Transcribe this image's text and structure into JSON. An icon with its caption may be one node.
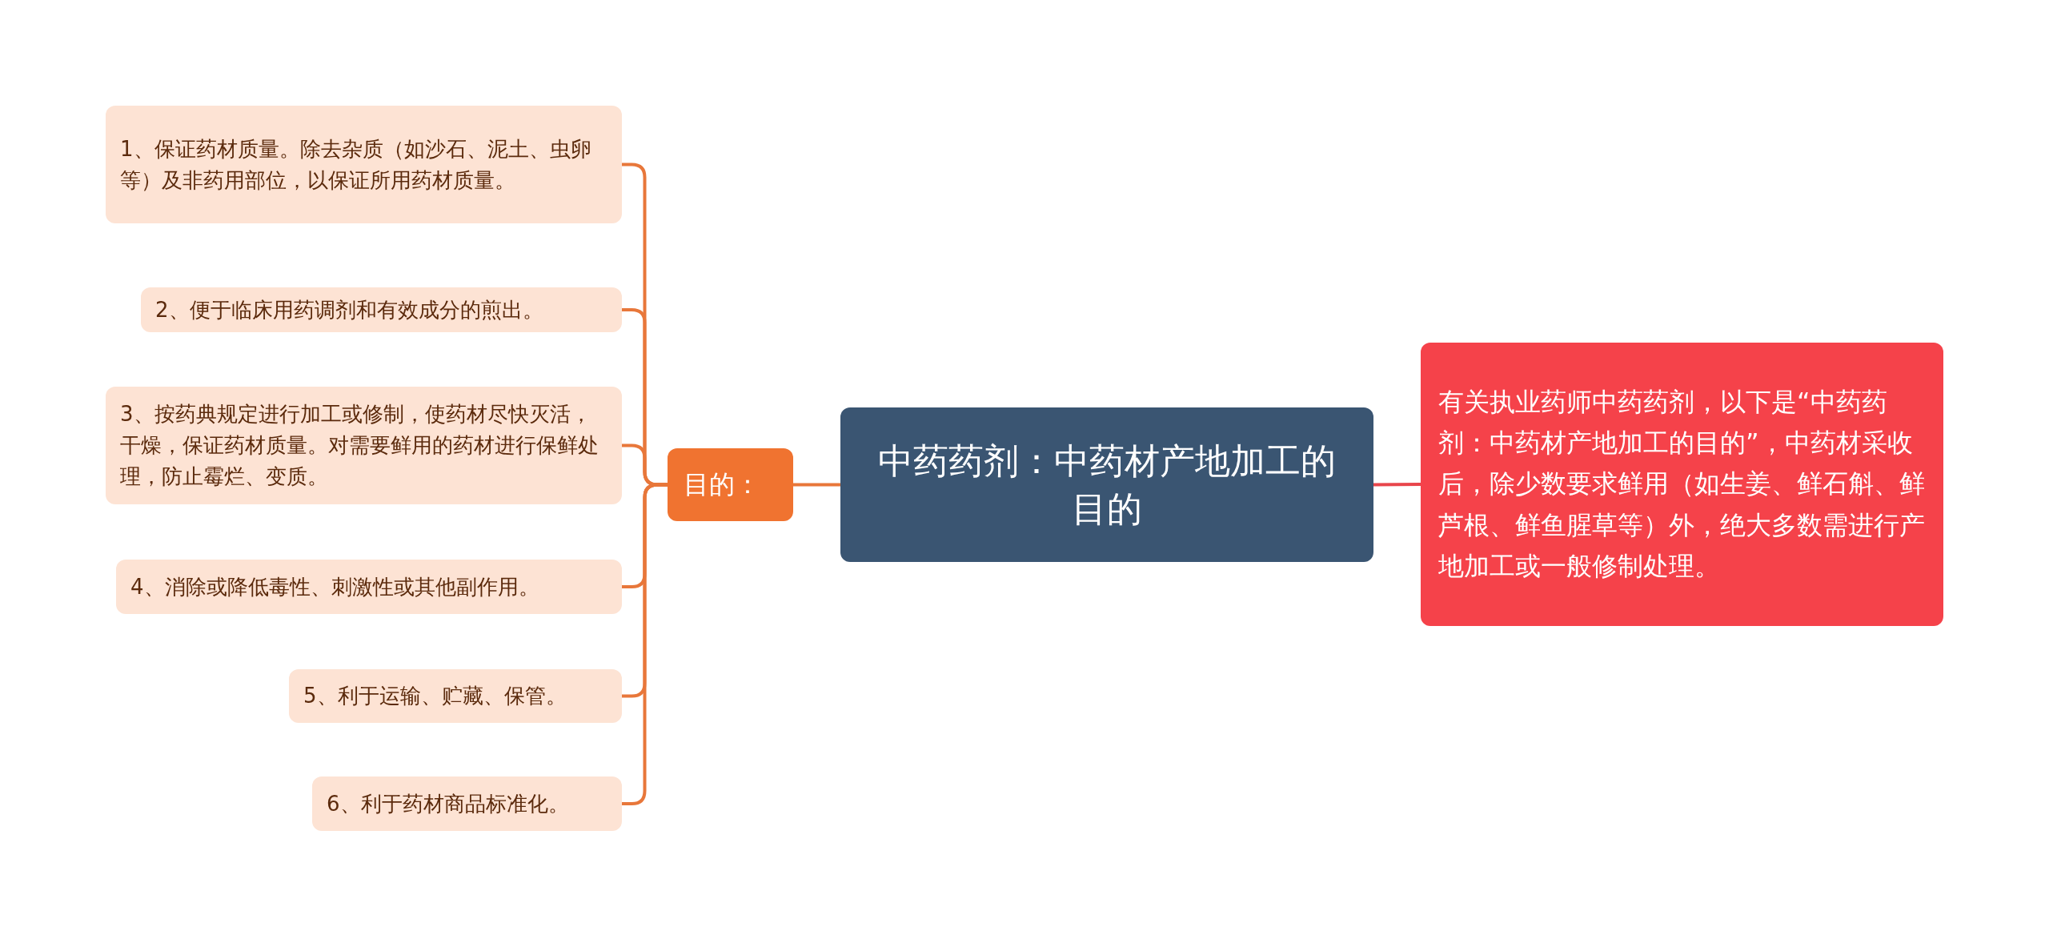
{
  "diagram": {
    "nodes": [
      {
        "text": [
          "中药药剂：中药材产地加工的目的"
        ]
      },
      {
        "text": [
          "目的："
        ]
      },
      {
        "text": [
          "1、保证药材质量。除去杂质（如沙石、泥土、虫卵等）及非药用部位，以保证所用药材质量。"
        ]
      },
      {
        "text": [
          "2、便于临床用药调剂和有效成分的煎出。"
        ]
      },
      {
        "text": [
          "3、按药典规定进行加工或修制，使药材尽快灭活，干燥，保证药材质量。对需要鲜用的药材进行保鲜处理，防止霉烂、变质。"
        ]
      },
      {
        "text": [
          "4、消除或降低毒性、刺激性或其他副作用。"
        ]
      },
      {
        "text": [
          "5、利于运输、贮藏、保管。"
        ]
      },
      {
        "text": [
          "6、利于药材商品标准化。"
        ]
      },
      {
        "text": [
          "有关执业药师中药药剂，以下是“中药药剂：中药材产地加工的目的”，中药材采收后，除少数要求鲜用（如生姜、鲜石斛、鲜芦根、鲜鱼腥草等）外，绝大多数需进行产地加工或一般修制处理。"
        ]
      }
    ],
    "edges": [
      {
        "from": 0,
        "to": 1,
        "arrow": "none"
      },
      {
        "from": 1,
        "to": 2,
        "arrow": "none"
      },
      {
        "from": 1,
        "to": 3,
        "arrow": "none"
      },
      {
        "from": 1,
        "to": 4,
        "arrow": "none"
      },
      {
        "from": 1,
        "to": 5,
        "arrow": "none"
      },
      {
        "from": 1,
        "to": 6,
        "arrow": "none"
      },
      {
        "from": 1,
        "to": 7,
        "arrow": "none"
      },
      {
        "from": 0,
        "to": 8,
        "arrow": "none",
        "color": "#e8454b"
      }
    ]
  }
}
